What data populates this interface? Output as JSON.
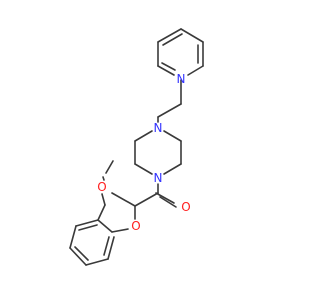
{
  "molecule": {
    "atoms": {
      "n_pyridine": {
        "text": "N",
        "color": "#3333ff"
      },
      "n_piperazine_top": {
        "text": "N",
        "color": "#3333ff"
      },
      "n_piperazine_bottom": {
        "text": "N",
        "color": "#3333ff"
      },
      "o_carbonyl": {
        "text": "O",
        "color": "#ff2020"
      },
      "o_ether": {
        "text": "O",
        "color": "#ff2020"
      },
      "o_methoxy": {
        "text": "O",
        "color": "#ff2020"
      }
    },
    "bond_color": "#3a3a3a"
  }
}
